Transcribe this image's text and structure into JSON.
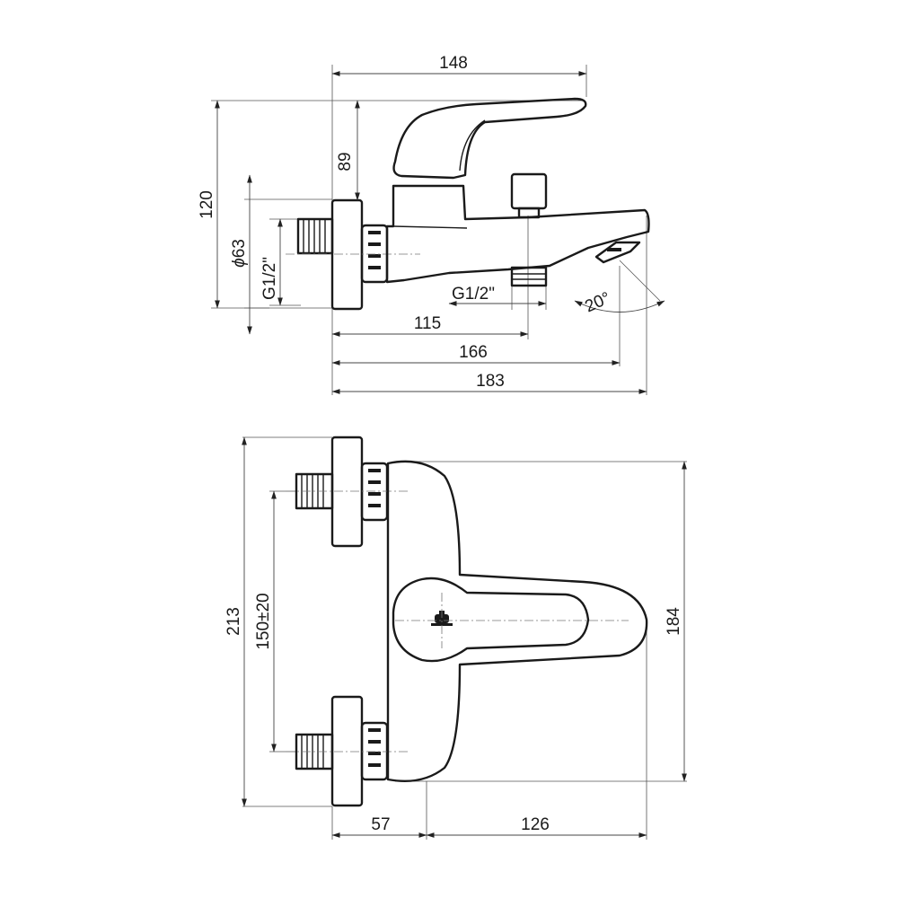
{
  "side_view": {
    "dims": {
      "width_top": "148",
      "height_total": "120",
      "height_handle": "89",
      "diameter": "63",
      "inlet_thread": "G1/2\"",
      "outlet_thread": "G1/2\"",
      "len_outlet": "115",
      "len_pivot": "166",
      "len_total": "183",
      "angle": "20°"
    }
  },
  "top_view": {
    "dims": {
      "height_total": "213",
      "centers": "150",
      "tolerance": "±20",
      "depth": "184",
      "offset": "57",
      "reach": "126"
    }
  }
}
